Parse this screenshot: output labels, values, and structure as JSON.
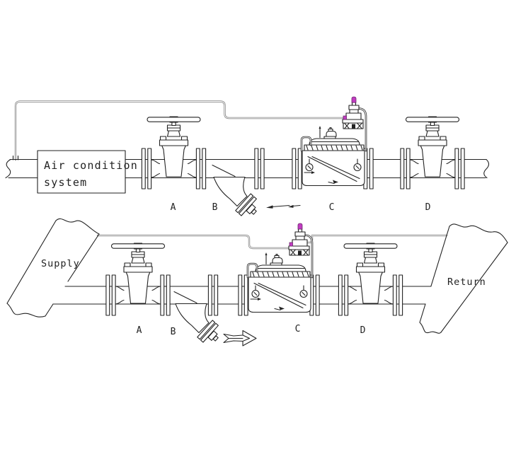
{
  "page": {
    "background": "#ffffff"
  },
  "colors": {
    "line": "#222222",
    "sensing_line": "#808080",
    "pilot_accent": "#c23cc2"
  },
  "top_diagram": {
    "system_box": {
      "line1": "Air condition",
      "line2": "system"
    },
    "component_labels": {
      "a": "A",
      "b": "B",
      "c": "C",
      "d": "D"
    },
    "flow_arrow_direction": "left"
  },
  "bottom_diagram": {
    "supply_label": "Supply",
    "return_label": "Return",
    "component_labels": {
      "a": "A",
      "b": "B",
      "c": "C",
      "d": "D"
    },
    "flow_arrow_direction": "right"
  },
  "components": {
    "a": "gate valve",
    "b": "Y-strainer",
    "c": "pilot-operated control valve",
    "d": "gate valve"
  }
}
